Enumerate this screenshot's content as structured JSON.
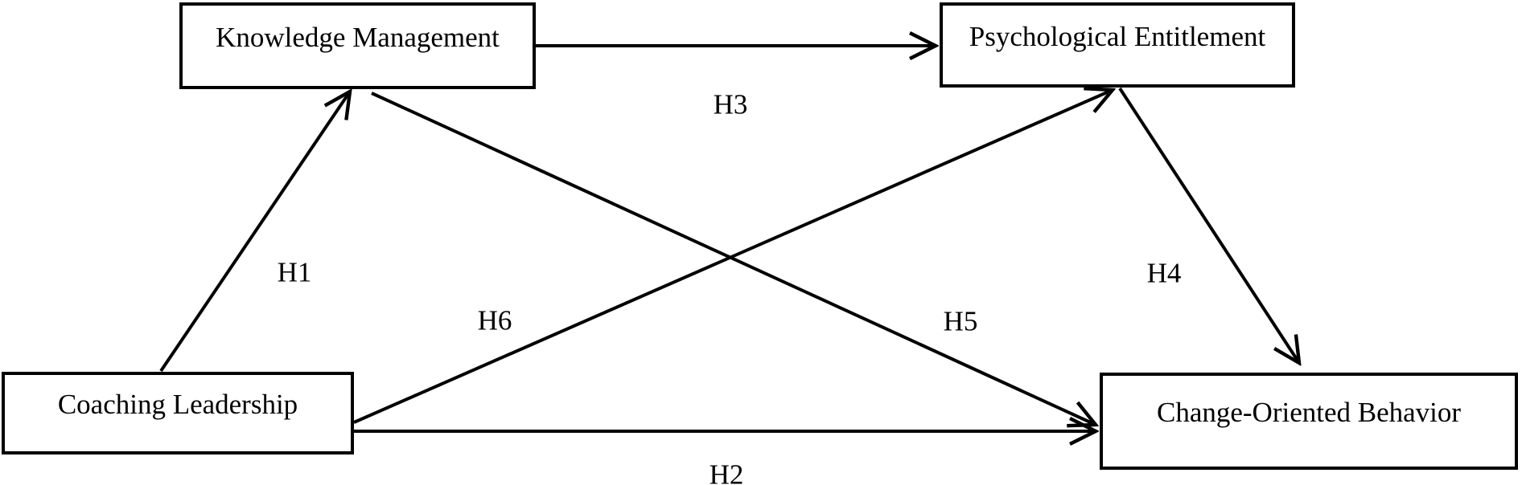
{
  "figure": {
    "type": "hypothesis-path-diagram",
    "colors": {
      "background": "#ffffff",
      "box_fill": "#ffffff",
      "line": "#000000",
      "text": "#000000"
    },
    "nodes": {
      "knowledge_management": {
        "label": "Knowledge Management"
      },
      "psychological_entitlement": {
        "label": "Psychological Entitlement"
      },
      "coaching_leadership": {
        "label": "Coaching Leadership"
      },
      "change_oriented_behavior": {
        "label": "Change-Oriented Behavior"
      }
    },
    "edges": {
      "h1": {
        "label": "H1",
        "from": "coaching_leadership",
        "to": "knowledge_management",
        "arrow": "open-v"
      },
      "h2": {
        "label": "H2",
        "from": "coaching_leadership",
        "to": "change_oriented_behavior",
        "arrow": "open-v"
      },
      "h3": {
        "label": "H3",
        "from": "knowledge_management",
        "to": "psychological_entitlement",
        "arrow": "open-v"
      },
      "h4": {
        "label": "H4",
        "from": "psychological_entitlement",
        "to": "change_oriented_behavior",
        "arrow": "open-v"
      },
      "h5": {
        "label": "H5",
        "from": "knowledge_management",
        "to": "change_oriented_behavior",
        "arrow": "open-v"
      },
      "h6": {
        "label": "H6",
        "from": "coaching_leadership",
        "to": "psychological_entitlement",
        "arrow": "open-v"
      }
    }
  }
}
